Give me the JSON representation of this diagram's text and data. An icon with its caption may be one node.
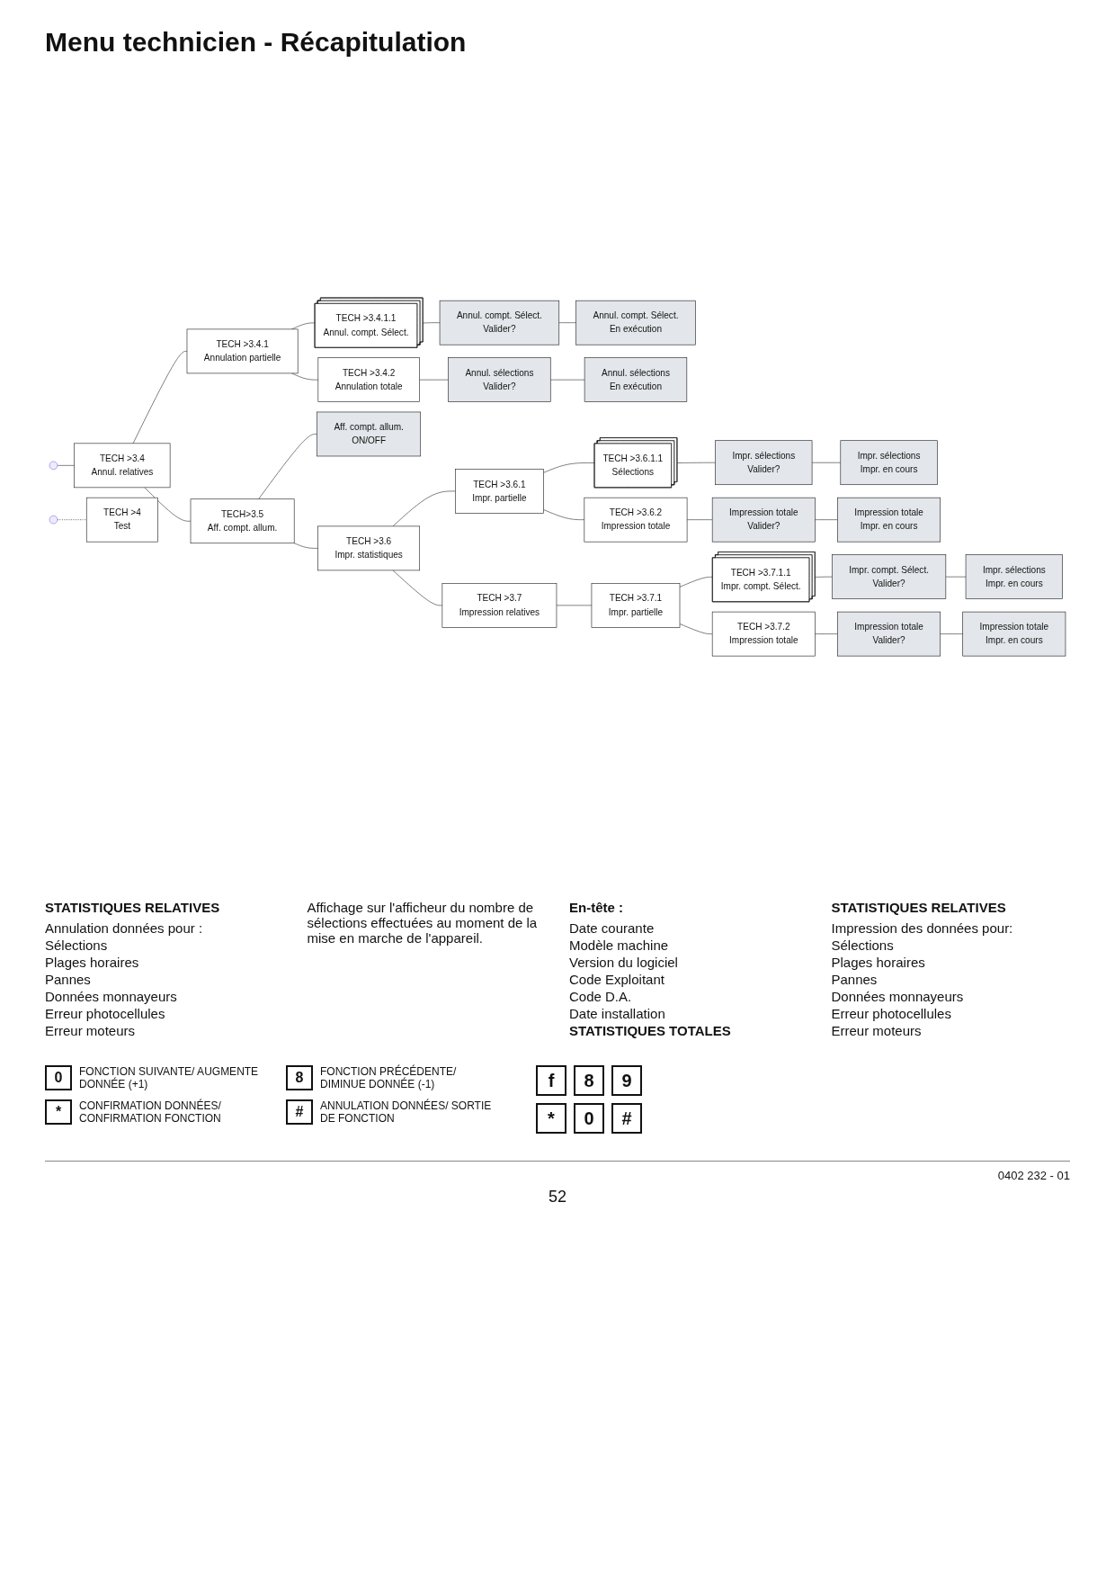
{
  "diagram": {
    "title": "Menu technicien - Récapitulation",
    "nodes": [
      {
        "text": [
          "TECH >3.4",
          "Annul. relatives"
        ]
      },
      {
        "text": [
          "TECH >3.4.1",
          "Annulation partielle"
        ]
      },
      {
        "text": [
          "TECH >3.4.1.1",
          "Annul. compt. Sélect."
        ]
      },
      {
        "text": [
          "Annul. compt. Sélect.",
          "Valider?"
        ]
      },
      {
        "text": [
          "Annul. compt. Sélect.",
          "En exécution"
        ]
      },
      {
        "text": [
          "TECH >3.4.2",
          "Annulation totale"
        ]
      },
      {
        "text": [
          "Annul. sélections",
          "Valider?"
        ]
      },
      {
        "text": [
          "Annul. sélections",
          "En exécution"
        ]
      },
      {
        "text": [
          "TECH>3.5",
          "Aff. compt. allum."
        ]
      },
      {
        "text": [
          "Aff. compt. allum.",
          "ON/OFF"
        ]
      },
      {
        "text": [
          "TECH >3.6",
          "Impr. statistiques"
        ]
      },
      {
        "text": [
          "TECH >3.6.1",
          "Impr. partielle"
        ]
      },
      {
        "text": [
          "TECH >3.6.1.1",
          "Sélections"
        ]
      },
      {
        "text": [
          "Impr. sélections",
          "Valider?"
        ]
      },
      {
        "text": [
          "Impr. sélections",
          "Impr. en cours"
        ]
      },
      {
        "text": [
          "TECH >3.6.2",
          "Impression totale"
        ]
      },
      {
        "text": [
          "Impression totale",
          "Valider?"
        ]
      },
      {
        "text": [
          "Impression totale",
          "Impr. en cours"
        ]
      },
      {
        "text": [
          "TECH >3.7",
          "Impression relatives"
        ]
      },
      {
        "text": [
          "TECH >3.7.1",
          "Impr. partielle"
        ]
      },
      {
        "text": [
          "TECH >3.7.1.1",
          "Impr. compt. Sélect."
        ]
      },
      {
        "text": [
          "Impr. compt. Sélect.",
          "Valider?"
        ]
      },
      {
        "text": [
          "Impr. sélections",
          "Impr. en cours"
        ]
      },
      {
        "text": [
          "TECH >3.7.2",
          "Impression totale"
        ]
      },
      {
        "text": [
          "Impression totale",
          "Valider?"
        ]
      },
      {
        "text": [
          "Impression totale",
          "Impr. en cours"
        ]
      },
      {
        "text": [
          "TECH >4",
          "Test"
        ]
      }
    ],
    "edges": [
      {
        "from": null,
        "to": 0,
        "arrow": "none"
      },
      {
        "from": 0,
        "to": 1,
        "arrow": "none"
      },
      {
        "from": 1,
        "to": 2,
        "arrow": "none"
      },
      {
        "from": 2,
        "to": 3,
        "arrow": "none"
      },
      {
        "from": 3,
        "to": 4,
        "arrow": "none"
      },
      {
        "from": 1,
        "to": 5,
        "arrow": "none"
      },
      {
        "from": 5,
        "to": 6,
        "arrow": "none"
      },
      {
        "from": 6,
        "to": 7,
        "arrow": "none"
      },
      {
        "from": 0,
        "to": 8,
        "arrow": "none"
      },
      {
        "from": 8,
        "to": 9,
        "arrow": "none"
      },
      {
        "from": 8,
        "to": 10,
        "arrow": "none"
      },
      {
        "from": 10,
        "to": 11,
        "arrow": "none"
      },
      {
        "from": 11,
        "to": 12,
        "arrow": "none"
      },
      {
        "from": 12,
        "to": 13,
        "arrow": "none"
      },
      {
        "from": 13,
        "to": 14,
        "arrow": "none"
      },
      {
        "from": 11,
        "to": 15,
        "arrow": "none"
      },
      {
        "from": 15,
        "to": 16,
        "arrow": "none"
      },
      {
        "from": 16,
        "to": 17,
        "arrow": "none"
      },
      {
        "from": 10,
        "to": 18,
        "arrow": "none"
      },
      {
        "from": 18,
        "to": 19,
        "arrow": "none"
      },
      {
        "from": 19,
        "to": 20,
        "arrow": "none"
      },
      {
        "from": 20,
        "to": 21,
        "arrow": "none"
      },
      {
        "from": 21,
        "to": 22,
        "arrow": "none"
      },
      {
        "from": 19,
        "to": 23,
        "arrow": "none"
      },
      {
        "from": 23,
        "to": 24,
        "arrow": "none"
      },
      {
        "from": 24,
        "to": 25,
        "arrow": "none"
      },
      {
        "from": null,
        "to": 26,
        "arrow": "none",
        "style": "dashed"
      }
    ],
    "labels": [
      "STATISTIQUES RELATIVES",
      "Annulation données pour :",
      "Sélections",
      "Plages horaires",
      "Pannes",
      "Données monnayeurs",
      "Erreur photocellules",
      "Erreur moteurs",
      "Affichage sur l'afficheur du nombre de sélections effectuées au moment de la mise en marche de l'appareil.",
      "En-tête :",
      "Date courante",
      "Modèle machine",
      "Version du logiciel",
      "Code Exploitant",
      "Code D.A.",
      "Date installation",
      "STATISTIQUES TOTALES",
      "STATISTIQUES RELATIVES",
      "Impression des données pour:",
      "Sélections",
      "Plages horaires",
      "Pannes",
      "Données monnayeurs",
      "Erreur photocellules",
      "Erreur moteurs",
      "0",
      "8",
      "*",
      "#",
      "f",
      "8",
      "9",
      "*",
      "0",
      "#",
      "0402 232 - 01",
      "52"
    ],
    "legend": [
      {
        "text": "FONCTION SUIVANTE/ AUGMENTE DONNÉE (+1)"
      },
      {
        "text": "FONCTION PRÉCÉDENTE/ DIMINUE DONNÉE (-1)"
      },
      {
        "text": "CONFIRMATION DONNÉES/ CONFIRMATION FONCTION"
      },
      {
        "text": "ANNULATION DONNÉES/ SORTIE DE FONCTION"
      }
    ]
  }
}
